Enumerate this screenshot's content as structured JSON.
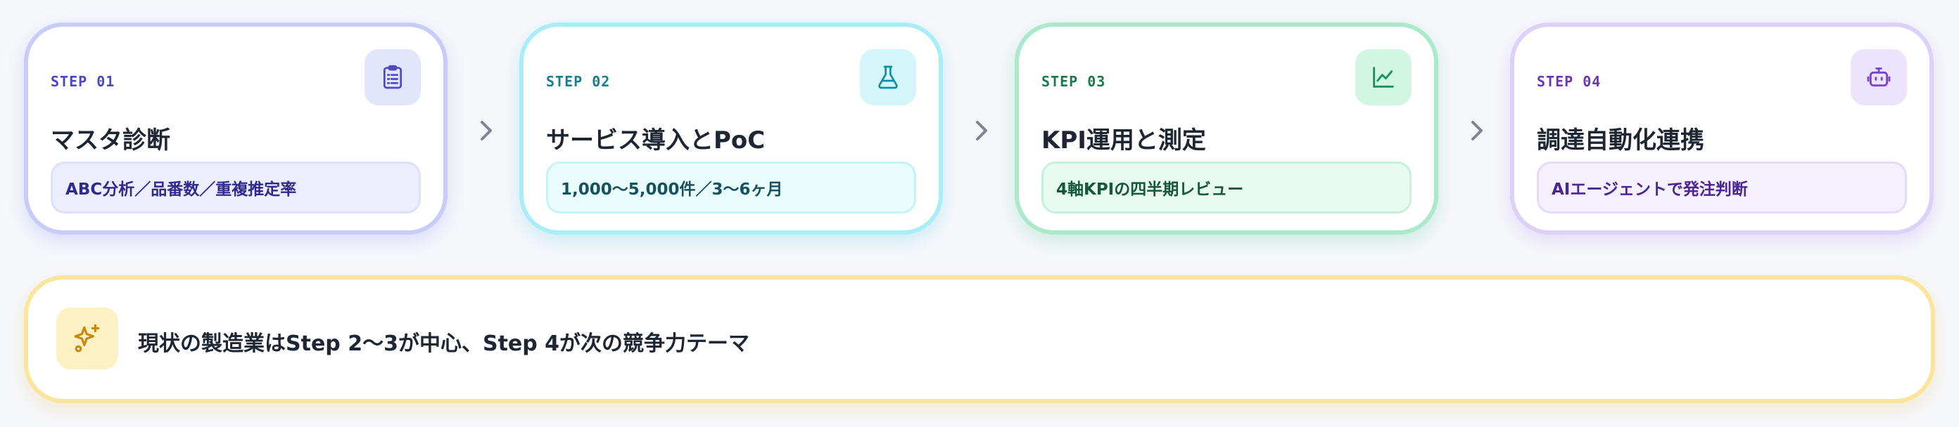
{
  "steps": [
    {
      "label": "STEP 01",
      "title": "マスタ診断",
      "detail": "ABC分析／品番数／重複推定率",
      "icon": "clipboard-list-icon"
    },
    {
      "label": "STEP 02",
      "title": "サービス導入とPoC",
      "detail": "1,000〜5,000件／3〜6ヶ月",
      "icon": "flask-icon"
    },
    {
      "label": "STEP 03",
      "title": "KPI運用と測定",
      "detail": "4軸KPIの四半期レビュー",
      "icon": "line-chart-icon"
    },
    {
      "label": "STEP 04",
      "title": "調達自動化連携",
      "detail": "AIエージェントで発注判断",
      "icon": "robot-icon"
    }
  ],
  "banner": {
    "text": "現状の製造業はStep 2〜3が中心、Step 4が次の競争力テーマ",
    "icon": "sparkles-icon"
  },
  "colors": {
    "step1_accent": "#4f46c8",
    "step2_accent": "#0e8ea3",
    "step3_accent": "#15945a",
    "step4_accent": "#7b44d0",
    "banner_accent": "#c7860c"
  }
}
